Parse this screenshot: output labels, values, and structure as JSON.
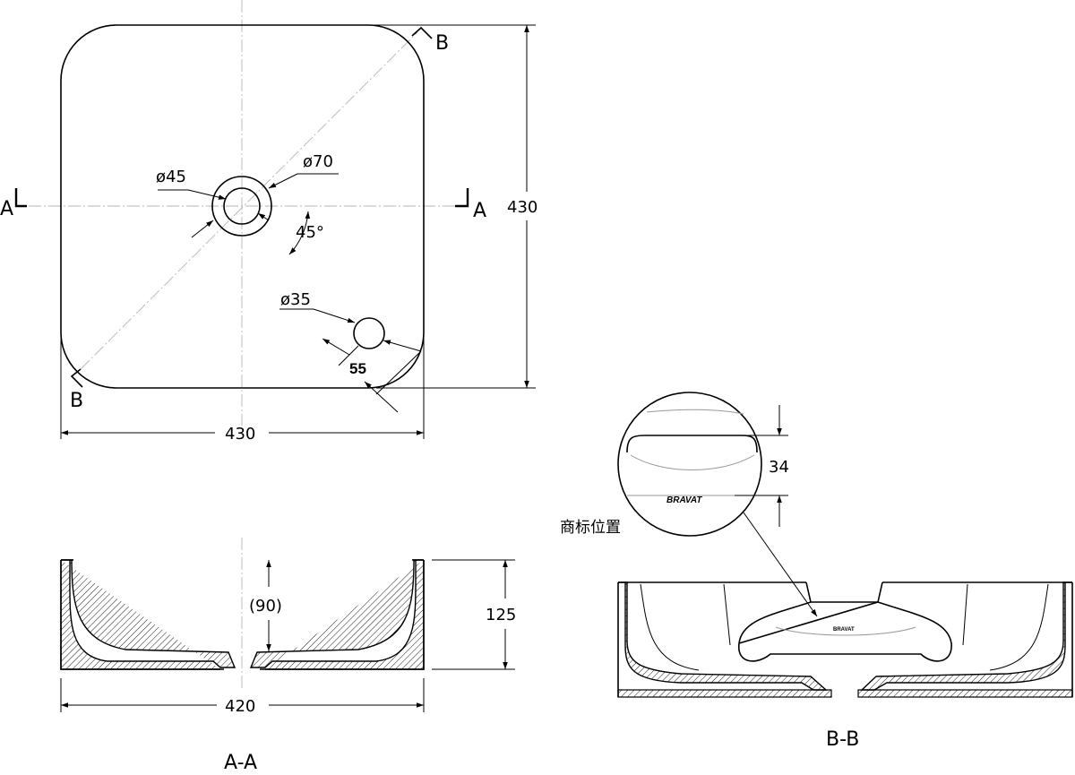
{
  "top_view": {
    "width_label": "430",
    "height_label": "430",
    "drain_inner_label": "ø45",
    "drain_outer_label": "ø70",
    "angle_label": "45°",
    "overflow_label": "ø35",
    "overflow_offset_label": "55",
    "section_a_left": "A",
    "section_a_right": "A",
    "section_b_top": "B",
    "section_b_bottom": "B"
  },
  "section_aa": {
    "title": "A-A",
    "width_label": "420",
    "height_label": "125",
    "depth_label": "(90)"
  },
  "section_bb": {
    "title": "B-B",
    "detail_height_label": "34",
    "logo_text": "BRAVAT",
    "logo_location_label": "商标位置"
  }
}
